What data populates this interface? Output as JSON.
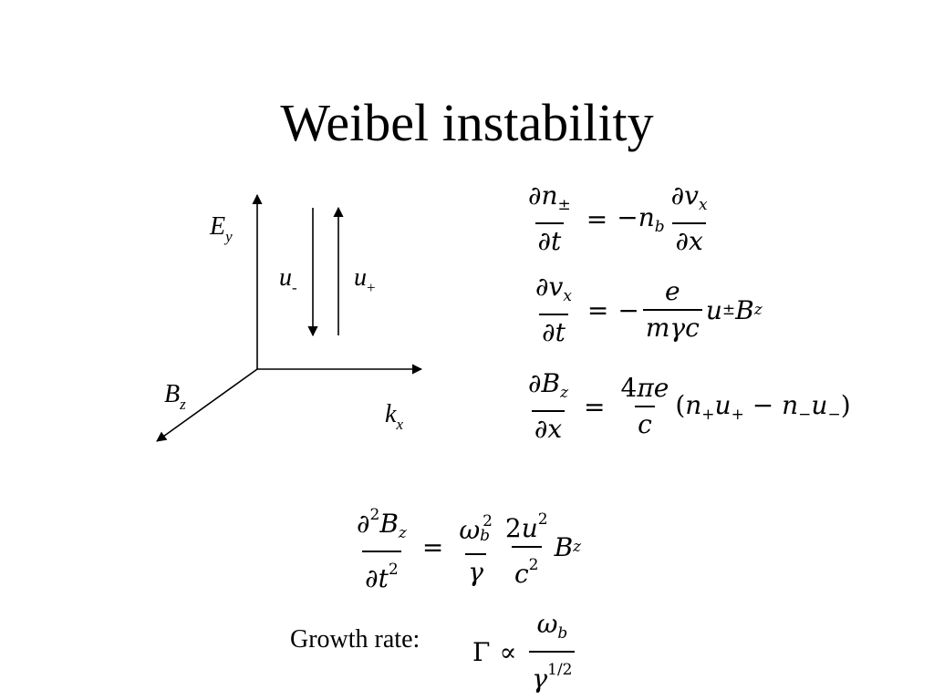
{
  "slide": {
    "title": "Weibel instability"
  },
  "diagram": {
    "labels": {
      "e_field": "E",
      "e_field_sub": "y",
      "b_field": "B",
      "b_field_sub": "z",
      "wave_vector": "k",
      "wave_vector_sub": "x",
      "u_minus": "u",
      "u_minus_sub": "-",
      "u_plus": "u",
      "u_plus_sub": "+"
    }
  },
  "growth": {
    "label": "Growth rate:"
  }
}
